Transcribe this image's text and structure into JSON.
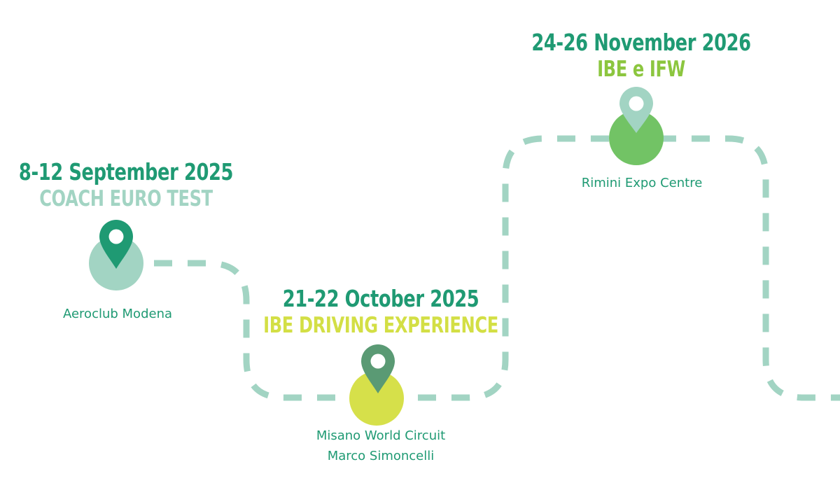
{
  "colors": {
    "path": "#a2d4c3",
    "date_text": "#1f9a73",
    "venue_text": "#1f9a73"
  },
  "events": [
    {
      "date": "8-12 September 2025",
      "name": "COACH EURO TEST",
      "name_color": "#a2d4c3",
      "venue_lines": [
        "Aeroclub Modena"
      ],
      "circle_color": "#a2d4c3",
      "pin_color": "#1f9a73",
      "pin_icon": "location-pin-icon"
    },
    {
      "date": "21-22 October 2025",
      "name": "IBE DRIVING EXPERIENCE",
      "name_color": "#d3df45",
      "venue_lines": [
        "Misano World Circuit",
        "Marco Simoncelli"
      ],
      "circle_color": "#d6e04a",
      "pin_color": "#5a9a74",
      "pin_icon": "location-pin-icon"
    },
    {
      "date": "24-26 November 2026",
      "name": "IBE e IFW",
      "name_color": "#8cc63f",
      "venue_lines": [
        "Rimini Expo Centre"
      ],
      "circle_color": "#72c365",
      "pin_color": "#a2d4c3",
      "pin_icon": "location-pin-icon"
    }
  ]
}
